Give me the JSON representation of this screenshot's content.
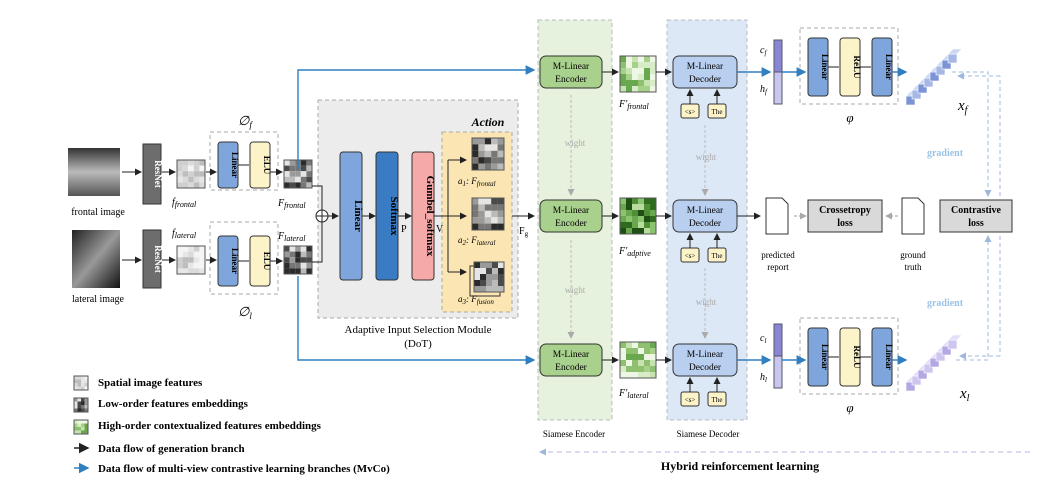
{
  "inputs": {
    "frontal_label": "frontal image",
    "lateral_label": "lateral image",
    "resnet": "ResNet",
    "f_frontal": "f",
    "f_frontal_sub": "frontal",
    "f_lateral": "f",
    "f_lateral_sub": "lateral",
    "F_frontal": "F",
    "F_frontal_sub": "frontal",
    "F_lateral": "F",
    "F_lateral_sub": "lateral",
    "phi_f": "∅",
    "phi_f_sub": "f",
    "phi_l": "∅",
    "phi_l_sub": "l",
    "linear": "Linear",
    "elu": "ELU"
  },
  "dot": {
    "title": "Adaptive Input Selection Module",
    "subtitle": "(DoT)",
    "linear": "Linear",
    "softmax": "Softmax",
    "gumbel": "Gumbel_softmax",
    "p": "P",
    "v": "V",
    "action": "Action",
    "a1": "a",
    "a1_sub": "1",
    "a1_f": "F",
    "a1_f_sub": "frontal",
    "a2": "a",
    "a2_sub": "2",
    "a2_f": "F",
    "a2_f_sub": "lateral",
    "a3": "a",
    "a3_sub": "3",
    "a3_f": "F",
    "a3_f_sub": "fusion",
    "fg": "F",
    "fg_sub": "g"
  },
  "encoder": {
    "label_top": "M-Linear",
    "label_bottom": "Encoder",
    "wight": "wight",
    "siamese": "Siamese Encoder",
    "f_frontal": "F'",
    "f_frontal_sub": "frontal",
    "f_adaptive": "F'",
    "f_adaptive_sub": "adptive",
    "f_lateral": "F'",
    "f_lateral_sub": "lateral"
  },
  "decoder": {
    "label_top": "M-Linear",
    "label_bottom": "Decoder",
    "token1": "<s>",
    "token2": "The",
    "wight": "wight",
    "siamese": "Siamese Decoder"
  },
  "right": {
    "cf": "c",
    "cf_sub": "f",
    "hf": "h",
    "hf_sub": "f",
    "cl": "c",
    "cl_sub": "l",
    "hl": "h",
    "hl_sub": "l",
    "linear": "Linear",
    "relu": "ReLU",
    "phi": "φ",
    "xf": "x",
    "xf_sub": "f",
    "xl": "x",
    "xl_sub": "l",
    "predicted": "predicted",
    "report": "report",
    "ground": "ground",
    "truth": "truth",
    "cross_top": "Crossetropy",
    "cross_bottom": "loss",
    "contrast_top": "Contrastive",
    "contrast_bottom": "loss",
    "gradient": "gradient",
    "hybrid": "Hybrid reinforcement learning"
  },
  "legend": {
    "spatial": "Spatial image features",
    "low": "Low-order features embeddings",
    "high": "High-order contextualized features embeddings",
    "gen_flow": "Data flow of  generation branch",
    "mv_flow": "Data flow of  multi-view contrastive learning branches  (MvCo)"
  },
  "colors": {
    "blue_box": "#7fa6dc",
    "blue_dark": "#3a7cc4",
    "yellow_box": "#fdf3c8",
    "pink_box": "#f5a9a9",
    "green_box": "#a9d18e",
    "gray_panel": "#ececec",
    "green_panel": "#e7f2de",
    "blue_panel": "#dde8f6",
    "action_panel": "#fbe6b3",
    "arrow_blue": "#2f7fc1",
    "gradient_text": "#9cc3e6",
    "resnet": "#6d6d6d"
  }
}
